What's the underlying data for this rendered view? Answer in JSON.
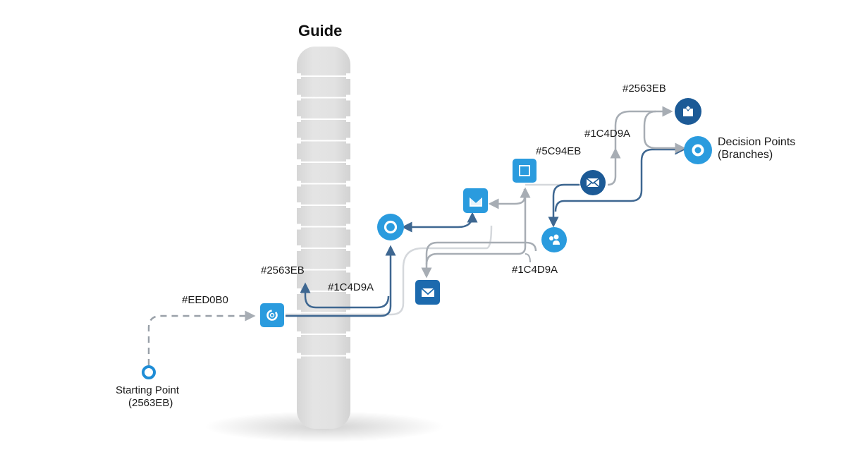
{
  "title": "Guide",
  "colors": {
    "primary": "#2563EB",
    "light_blue": "#2A9BDE",
    "dark_blue": "#1C5A96",
    "connector_dark": "#3E6791",
    "connector_gray": "#A7ADB4",
    "connector_light": "#D5D8DC",
    "track": "#DCDCDC"
  },
  "labels": {
    "start_line1": "Starting Point",
    "start_line2": "(2563EB)",
    "dashed_edge": "#EED0B0",
    "edge_2563eb_left": "#2563EB",
    "edge_1c4d9a_left": "#1C4D9A",
    "node_5c94eb": "#5C94EB",
    "edge_1c4d9a_bottom": "#1C4D9A",
    "edge_1c4d9a_top": "#1C4D9A",
    "edge_2563eb_top": "#2563EB",
    "decision_line1": "Decision Points",
    "decision_line2": "(Branches)"
  },
  "nodes": [
    {
      "id": "start",
      "shape": "ring",
      "icon": "ring-icon"
    },
    {
      "id": "entry",
      "shape": "square",
      "icon": "refresh-ring-icon"
    },
    {
      "id": "hub",
      "shape": "circle",
      "icon": "ring-icon"
    },
    {
      "id": "mail-a",
      "shape": "square",
      "icon": "envelope-open-icon"
    },
    {
      "id": "mail-b",
      "shape": "square",
      "icon": "envelope-icon"
    },
    {
      "id": "box",
      "shape": "square",
      "icon": "square-icon"
    },
    {
      "id": "mail-c",
      "shape": "circle",
      "icon": "envelope-icon"
    },
    {
      "id": "users",
      "shape": "circle",
      "icon": "users-icon"
    },
    {
      "id": "inbox",
      "shape": "circle",
      "icon": "inbox-icon"
    },
    {
      "id": "decision",
      "shape": "circle",
      "icon": "ring-icon"
    }
  ]
}
